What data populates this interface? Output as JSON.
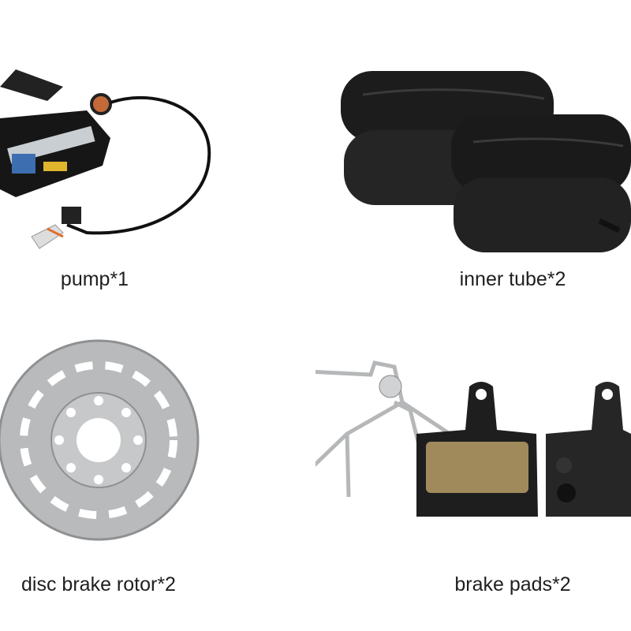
{
  "items": [
    {
      "label": "pump*1",
      "icon": "floor-pump"
    },
    {
      "label": "inner tube*2",
      "icon": "inner-tube"
    },
    {
      "label": "disc brake rotor*2",
      "icon": "disc-brake-rotor"
    },
    {
      "label": "brake pads*2",
      "icon": "brake-pads"
    }
  ],
  "colors": {
    "text": "#1f1f1f",
    "rubber": "#1c1c1c",
    "steel": "#b8babc",
    "pad": "#a08a5c"
  }
}
